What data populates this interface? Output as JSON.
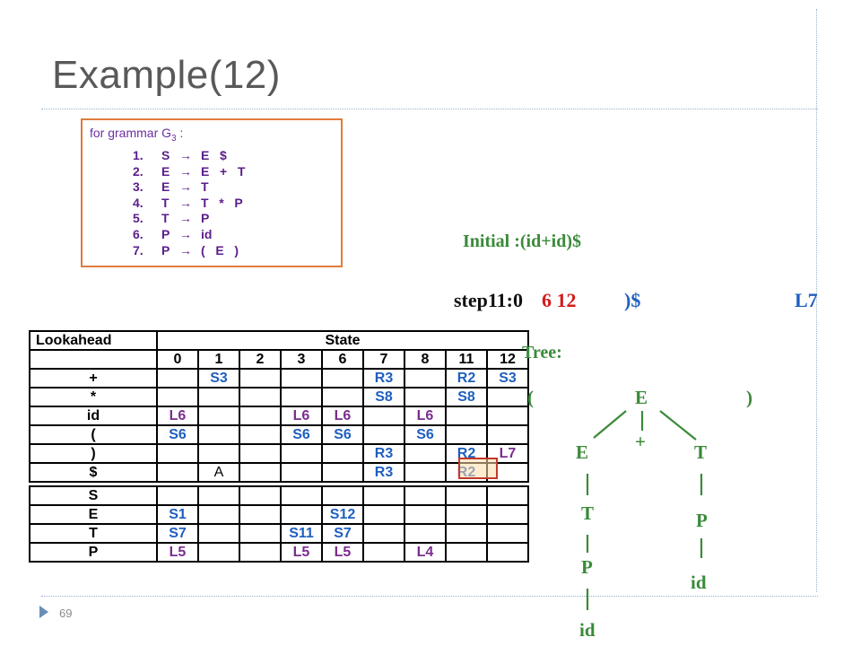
{
  "slide": {
    "title": "Example(12)",
    "page_number": "69"
  },
  "grammar": {
    "caption_prefix": "for grammar  G",
    "caption_sub": "3",
    "caption_suffix": " :",
    "rules": [
      {
        "num": "1.",
        "lhs": "S",
        "rhs": "E   $"
      },
      {
        "num": "2.",
        "lhs": "E",
        "rhs": "E   +   T"
      },
      {
        "num": "3.",
        "lhs": "E",
        "rhs": "T"
      },
      {
        "num": "4.",
        "lhs": "T",
        "rhs": "T   *   P"
      },
      {
        "num": "5.",
        "lhs": "T",
        "rhs": "P"
      },
      {
        "num": "6.",
        "lhs": "P",
        "rhs": "id"
      },
      {
        "num": "7.",
        "lhs": "P",
        "rhs": "(   E   )"
      }
    ],
    "arrow": "→"
  },
  "parse": {
    "initial": "Initial :(id+id)$",
    "step_label": "step11:0",
    "stack_rest": "6 12",
    "input": ")$",
    "action": "L7"
  },
  "table": {
    "lookahead_header": "Lookahead",
    "state_header": "State",
    "states": [
      "0",
      "1",
      "2",
      "3",
      "6",
      "7",
      "8",
      "11",
      "12"
    ],
    "terminal_rows": [
      {
        "sym": "+",
        "cells": [
          "",
          "S3",
          "",
          "",
          "",
          "R3",
          "",
          "R2",
          "S3"
        ]
      },
      {
        "sym": "*",
        "cells": [
          "",
          "",
          "",
          "",
          "",
          "S8",
          "",
          "S8",
          ""
        ]
      },
      {
        "sym": "id",
        "cells": [
          "L6",
          "",
          "",
          "L6",
          "L6",
          "",
          "L6",
          "",
          ""
        ]
      },
      {
        "sym": "(",
        "cells": [
          "S6",
          "",
          "",
          "S6",
          "S6",
          "",
          "S6",
          "",
          ""
        ]
      },
      {
        "sym": ")",
        "cells": [
          "",
          "",
          "",
          "",
          "",
          "R3",
          "",
          "R2",
          "L7"
        ]
      },
      {
        "sym": "$",
        "cells": [
          "",
          "A",
          "",
          "",
          "",
          "R3",
          "",
          "R2",
          ""
        ]
      }
    ],
    "nonterminal_rows": [
      {
        "sym": "S",
        "cells": [
          "",
          "",
          "",
          "",
          "",
          "",
          "",
          "",
          ""
        ]
      },
      {
        "sym": "E",
        "cells": [
          "S1",
          "",
          "",
          "",
          "S12",
          "",
          "",
          "",
          ""
        ]
      },
      {
        "sym": "T",
        "cells": [
          "S7",
          "",
          "",
          "S11",
          "S7",
          "",
          "",
          "",
          ""
        ]
      },
      {
        "sym": "P",
        "cells": [
          "L5",
          "",
          "",
          "L5",
          "L5",
          "",
          "L4",
          "",
          ""
        ]
      }
    ]
  },
  "tree": {
    "label": "Tree:",
    "lparen": "(",
    "rparen": ")",
    "root": "E",
    "plus": "+",
    "left_e": "E",
    "right_t": "T",
    "left_t": "T",
    "right_p": "P",
    "left_p": "P",
    "right_id": "id",
    "left_id": "id"
  },
  "colors": {
    "shift": "#1f5fbf",
    "lookahead_shift": "#7b2d8e",
    "highlight_border": "#c0392b",
    "stack": "#d11c1c",
    "tree": "#3a8a3a",
    "frame": "#e07b39"
  }
}
